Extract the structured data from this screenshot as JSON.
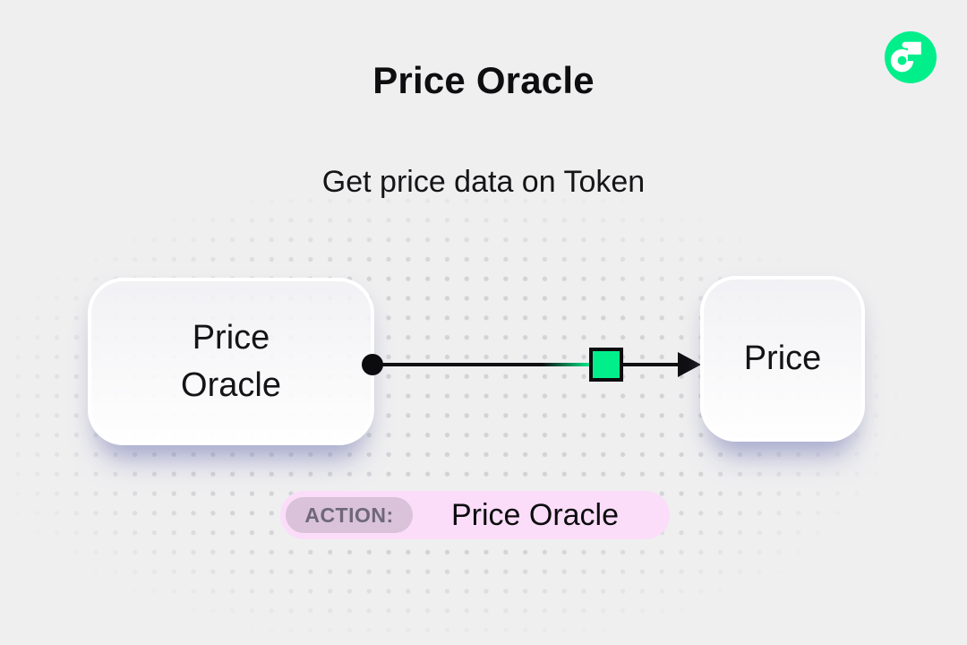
{
  "page": {
    "title": "Price Oracle",
    "subtitle": "Get price data on Token"
  },
  "brand": {
    "logo_icon": "flow-logo",
    "logo_color": "#00EF8B"
  },
  "diagram": {
    "source_node": {
      "label": "Price Oracle"
    },
    "target_node": {
      "label": "Price"
    },
    "connector": {
      "type": "arrow",
      "line_color": "#101013",
      "marker_shape": "square",
      "marker_color": "#00EF8B"
    }
  },
  "action": {
    "badge_label": "ACTION:",
    "value": "Price Oracle"
  },
  "colors": {
    "background": "#EFEFF0",
    "dot_grid": "#D3D3D7",
    "accent_green": "#00EF8B",
    "pill_pink": "#FBDDF9",
    "badge_mauve": "#D9C2DA",
    "shadow_lavender": "#7E83BC",
    "text": "#0E0E10"
  }
}
